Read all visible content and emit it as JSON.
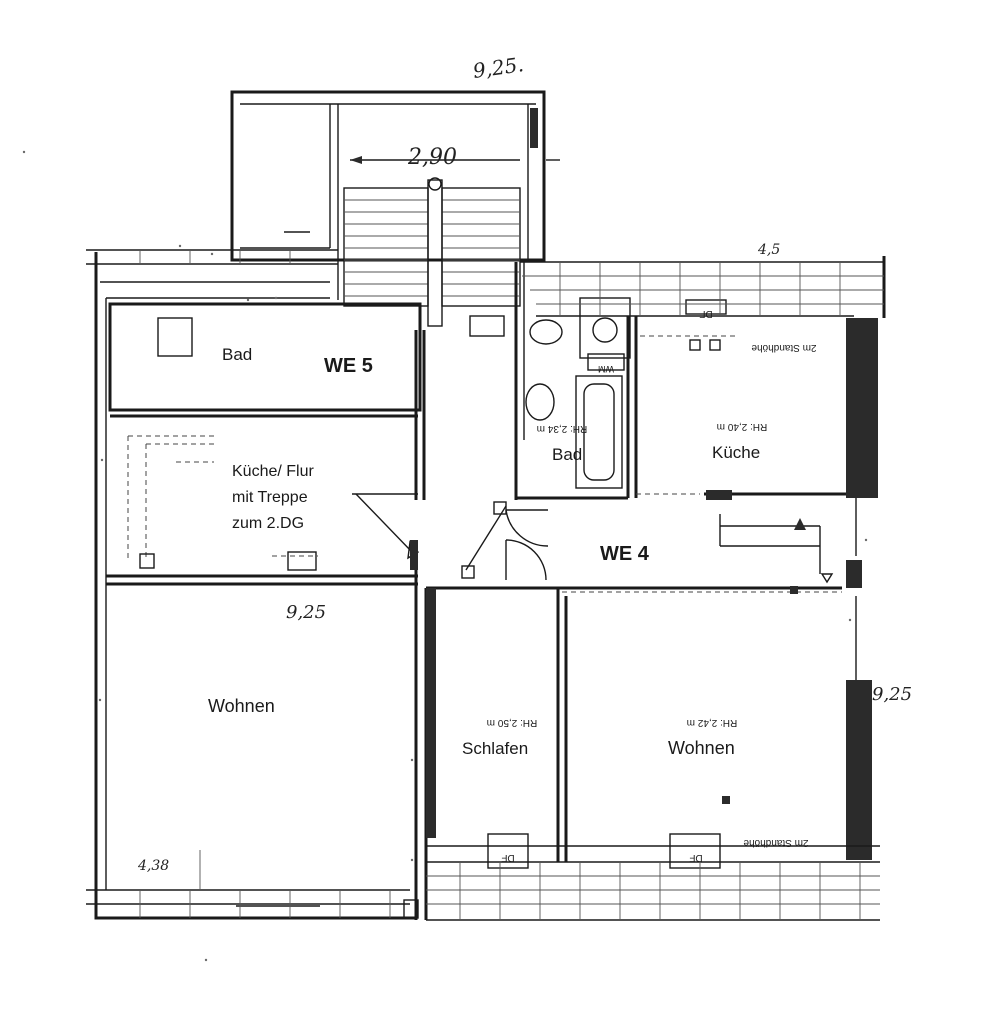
{
  "rooms": {
    "we5": "WE 5",
    "we4": "WE 4",
    "bad_left": "Bad",
    "kueche_flur_line1": "Küche/ Flur",
    "kueche_flur_line2": "mit Treppe",
    "kueche_flur_line3": "zum 2.DG",
    "wohnen_left": "Wohnen",
    "bad_right": "Bad",
    "kueche_right": "Küche",
    "schlafen": "Schlafen",
    "wohnen_right": "Wohnen"
  },
  "annotations": {
    "rh_kueche": "RH: 2,40 m",
    "rh_bad": "RH: 2,34 m",
    "rh_schlafen": "RH: 2,50 m",
    "rh_wohnen": "RH: 2,42 m",
    "standhoehe_top": "2m Standhöhe",
    "standhoehe_bottom": "2m Standhöhe",
    "df_top": "DF",
    "df_bottom_left": "DF",
    "df_bottom_right": "DF",
    "wm": "WM"
  },
  "dimensions": {
    "top": "9,25.",
    "stair": "2,90",
    "right_top": "4,5",
    "middle": "9,25",
    "right": "9,25",
    "bottom_left": "4,38"
  }
}
